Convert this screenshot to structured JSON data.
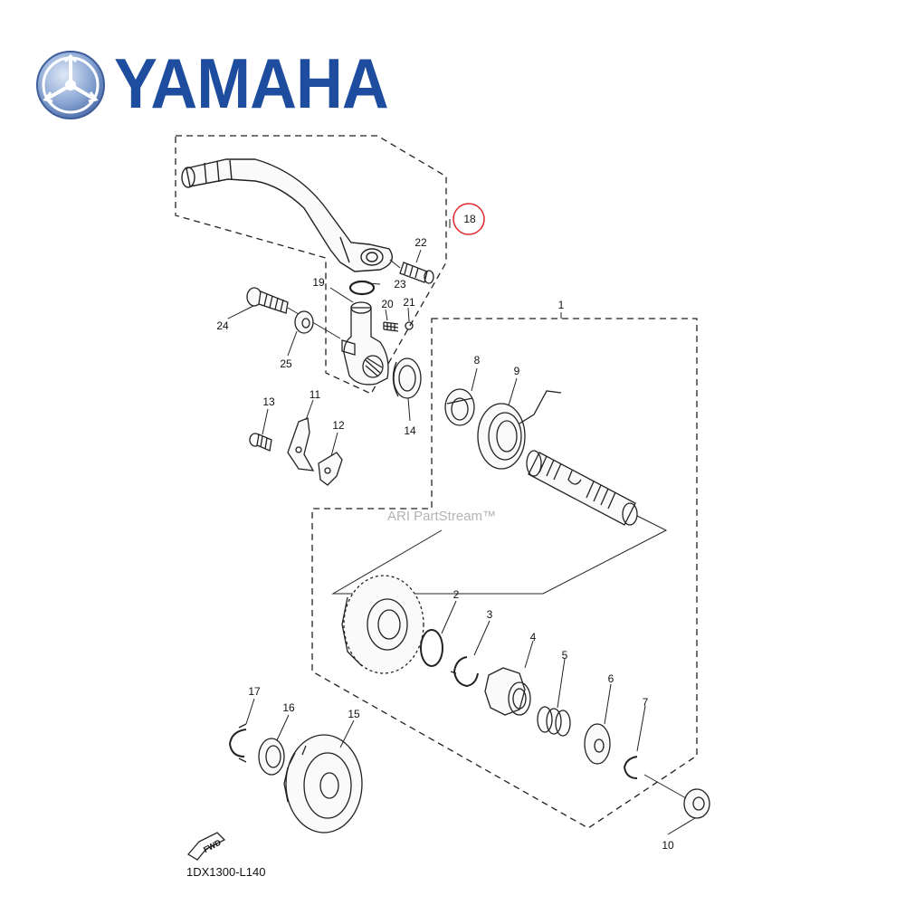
{
  "brand": {
    "name": "YAMAHA",
    "color": "#1e4c9e",
    "icon": "yamaha-tuning-fork-emblem"
  },
  "watermark": {
    "text": "ARI PartStream™"
  },
  "diagram_code": "1DX1300-L140",
  "fwd_label": "FWD",
  "highlight_color": "#e0272b",
  "highlighted_part": "18",
  "callouts": {
    "c1": "1",
    "c2": "2",
    "c3": "3",
    "c4": "4",
    "c5": "5",
    "c6": "6",
    "c7": "7",
    "c8": "8",
    "c9": "9",
    "c10": "10",
    "c11": "11",
    "c12": "12",
    "c13": "13",
    "c14": "14",
    "c15": "15",
    "c16": "16",
    "c17": "17",
    "c18": "18",
    "c19": "19",
    "c20": "20",
    "c21": "21",
    "c22": "22",
    "c23": "23",
    "c24": "24",
    "c25": "25"
  }
}
